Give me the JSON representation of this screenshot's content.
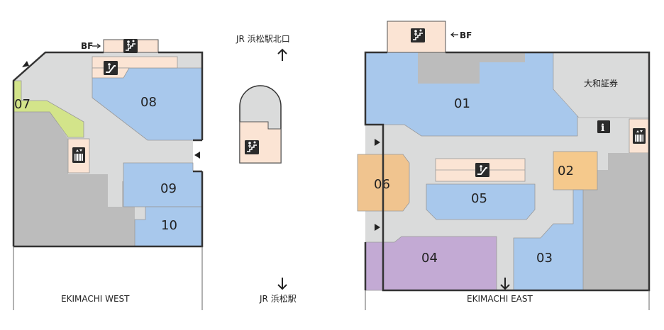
{
  "colors": {
    "corridor": "#dadbdb",
    "shop_blue": "#a8c8ec",
    "shop_green": "#d3e48a",
    "shop_orange": "#f5c98c",
    "shop_brown": "#f0c48f",
    "shop_purple": "#c3aad4",
    "facility_gray": "#bcbcbc",
    "stair_peach": "#fbe4d4"
  },
  "west": {
    "name": "EKIMACHI WEST",
    "bf_label": "BF",
    "shops": {
      "s07": "07",
      "s08": "08",
      "s09": "09",
      "s10": "10"
    }
  },
  "east": {
    "name": "EKIMACHI EAST",
    "bf_label": "BF",
    "tenant_label": "大和証券",
    "shops": {
      "s01": "01",
      "s02": "02",
      "s03": "03",
      "s04": "04",
      "s05": "05",
      "s06": "06"
    }
  },
  "center": {
    "north_exit": "JR 浜松駅北口",
    "south_exit": "JR 浜松駅"
  },
  "icons": [
    "stairs-icon",
    "escalator-icon",
    "elevator-icon",
    "information-icon",
    "arrow-icon"
  ]
}
